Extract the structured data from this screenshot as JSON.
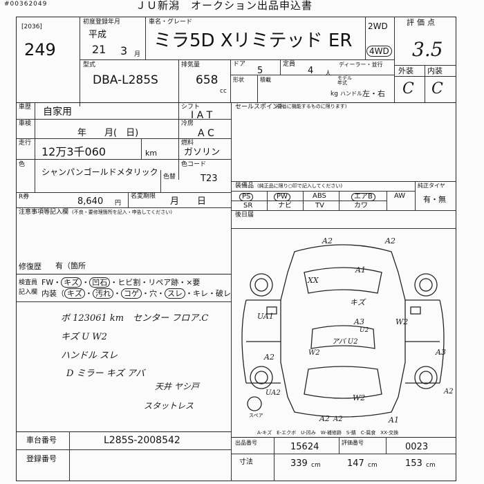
{
  "header": {
    "lot_code": "#00362049",
    "title": "ＪＵ新潟　オークション出品申込書"
  },
  "lot": {
    "code": "[2036]",
    "number": "249"
  },
  "registration": {
    "label": "初度登録年月",
    "era": "平成",
    "year": "21",
    "month": "3",
    "month_unit": "月"
  },
  "car_name": {
    "label": "車名・グレード",
    "value": "ミラ5D Xリミテッド ER"
  },
  "drive": {
    "label_2wd": "2WD",
    "label_4wd": "4WD"
  },
  "rating": {
    "label": "評価点",
    "score": "3.5",
    "exterior_label": "外装",
    "interior_label": "内装",
    "exterior": "C",
    "interior": "C"
  },
  "model": {
    "label": "型式",
    "value": "DBA-L285S"
  },
  "displacement": {
    "label": "排気量",
    "value": "658",
    "unit": "cc"
  },
  "doors": {
    "label": "ドア",
    "value": "5"
  },
  "seats": {
    "label": "定員",
    "value": "4",
    "unit": "人"
  },
  "shape_label": "形状",
  "load_label": "積載",
  "load_unit": "kg",
  "dealer_label": "ディーラー・並行",
  "model_year_label": "モデル年式",
  "handle": {
    "label": "ハンドル",
    "value": "左・右"
  },
  "usage": {
    "label": "車歴",
    "value": "自家用"
  },
  "inspection": {
    "label": "車検",
    "value": "年　　月(　日)"
  },
  "shift": {
    "label": "シフト",
    "value": "I A T"
  },
  "cooling": {
    "label": "冷房",
    "value": "A C"
  },
  "mileage": {
    "label": "走行",
    "value": "12万3千060",
    "unit": "km"
  },
  "fuel": {
    "label": "燃料",
    "value": "ガソリン"
  },
  "color": {
    "label": "色",
    "value": "シャンパンゴールドメタリック",
    "change_label": "色替",
    "code_label": "色コード",
    "code": "T23"
  },
  "recycle": {
    "label": "R券",
    "value": "8,640",
    "unit": "円"
  },
  "name_change": {
    "label": "名変期限",
    "value": "月　　日"
  },
  "notes": {
    "label": "注意事項等記入欄",
    "sub_label": "(不良・要修理箇所を記入・申告してください)",
    "repair_label": "修復歴",
    "repair_value": "有（箇所"
  },
  "inspector": {
    "label1": "検査員",
    "label2": "記入欄",
    "row1": [
      "FW",
      "キズ",
      "凹石",
      "ヒビ割",
      "リペア跡",
      "×要"
    ],
    "row2": [
      "内装",
      "キズ",
      "汚れ",
      "コゲ",
      "穴",
      "スレ",
      "キレ",
      "破レ"
    ]
  },
  "handwritten": {
    "line1": "ボ 123061 km　センター フロア.C",
    "line2": "キズ U W2",
    "line3": "ハンドル スレ",
    "line4": "D ミラー キズ アバ",
    "line5": "天井 ヤシ戸",
    "line6": "スタットレス"
  },
  "selling_points": {
    "label": "セールスポイント",
    "sub_label": "(要旨に機能するものに限ります)"
  },
  "equipment": {
    "label": "装備品",
    "sub_label": "(純正品に限り○印で記入してください)",
    "items_row1": [
      "PS",
      "PW",
      "ABS",
      "エアB",
      "AW"
    ],
    "items_row2": [
      "SR",
      "ナビ",
      "TV",
      "カワ"
    ],
    "tire_label": "純正タイヤ",
    "tire_value": "有・無"
  },
  "extras_label": "後日届",
  "diagram": {
    "marks": [
      "A2",
      "A2",
      "A1",
      "XX",
      "キズ",
      "UA1",
      "A3",
      "U2",
      "W2",
      "A2",
      "W2",
      "A3",
      "アバ U2",
      "UA2",
      "W2",
      "A2",
      "A2",
      "A1",
      "スペア",
      "A2"
    ],
    "legend": "A-キズ　E-エクボ　U-凹み　W-補修跡　S-錆　C-腐食　XX-交換"
  },
  "chassis": {
    "label": "車台番号",
    "value": "L285S-2008542"
  },
  "plate": {
    "label": "登録番号"
  },
  "exhibit": {
    "label": "出品番号",
    "value": "15624",
    "rank_label": "評価番号",
    "rank_value": "0023"
  },
  "dimensions": {
    "label": "寸法",
    "length": "339",
    "width": "147",
    "height": "153",
    "unit": "cm"
  }
}
